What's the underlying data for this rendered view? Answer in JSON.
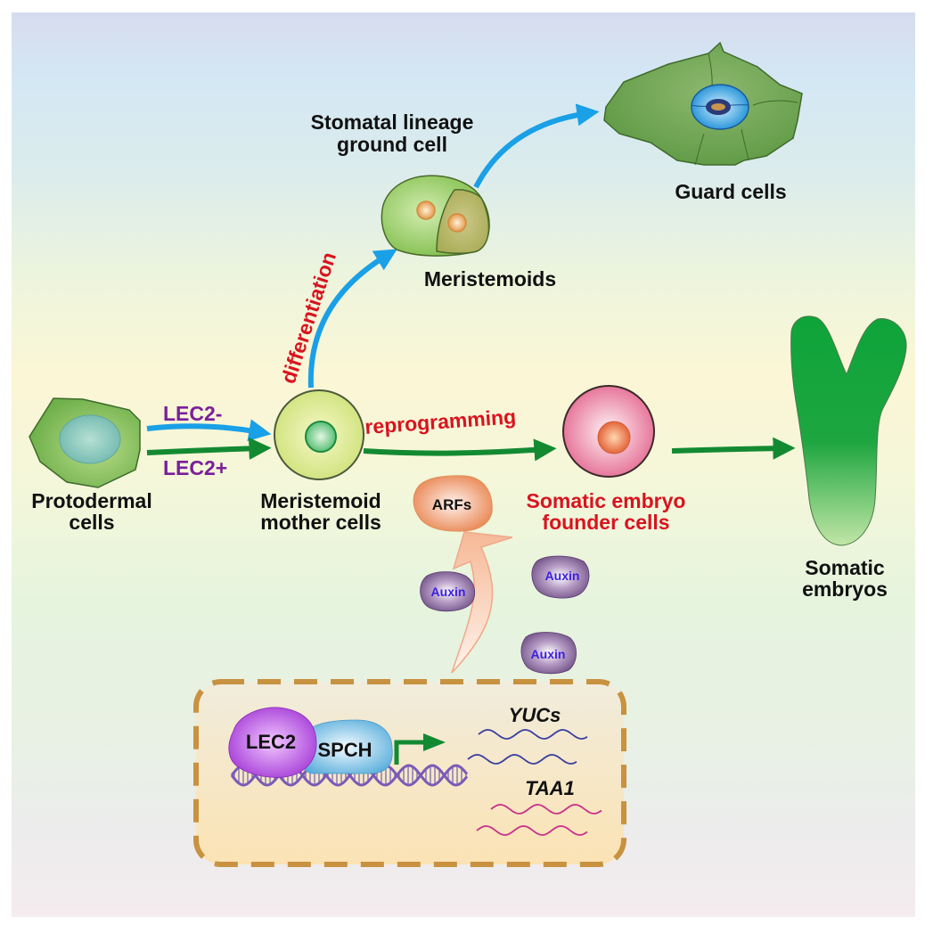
{
  "colors": {
    "blue_arrow": "#1aa0e6",
    "green_arrow": "#138a32",
    "red_text": "#d8141f",
    "purple_text": "#7a1f9a",
    "dark_text": "#111111",
    "auxin_text": "#3b1fe0",
    "dashed_border": "#c89240",
    "yuc_wave": "#3b3fa0",
    "taa1_wave": "#c9328a"
  },
  "labels": {
    "stomatal_lineage": [
      "Stomatal lineage",
      "ground cell"
    ],
    "meristemoids": "Meristemoids",
    "guard_cells": "Guard cells",
    "differentiation": "differentiation",
    "lec2_minus": "LEC2-",
    "lec2_plus": "LEC2+",
    "protodermal": [
      "Protodermal",
      "cells"
    ],
    "mmc": [
      "Meristemoid",
      "mother cells"
    ],
    "reprogramming": "reprogramming",
    "sefc": [
      "Somatic embryo",
      "founder cells"
    ],
    "somatic_embryos": [
      "Somatic",
      "embryos"
    ],
    "arfs": "ARFs",
    "auxin": [
      "Auxin",
      "Auxin",
      "Auxin"
    ],
    "lec2": "LEC2",
    "spch": "SPCH",
    "yucs": "YUCs",
    "taa1": "TAA1"
  }
}
